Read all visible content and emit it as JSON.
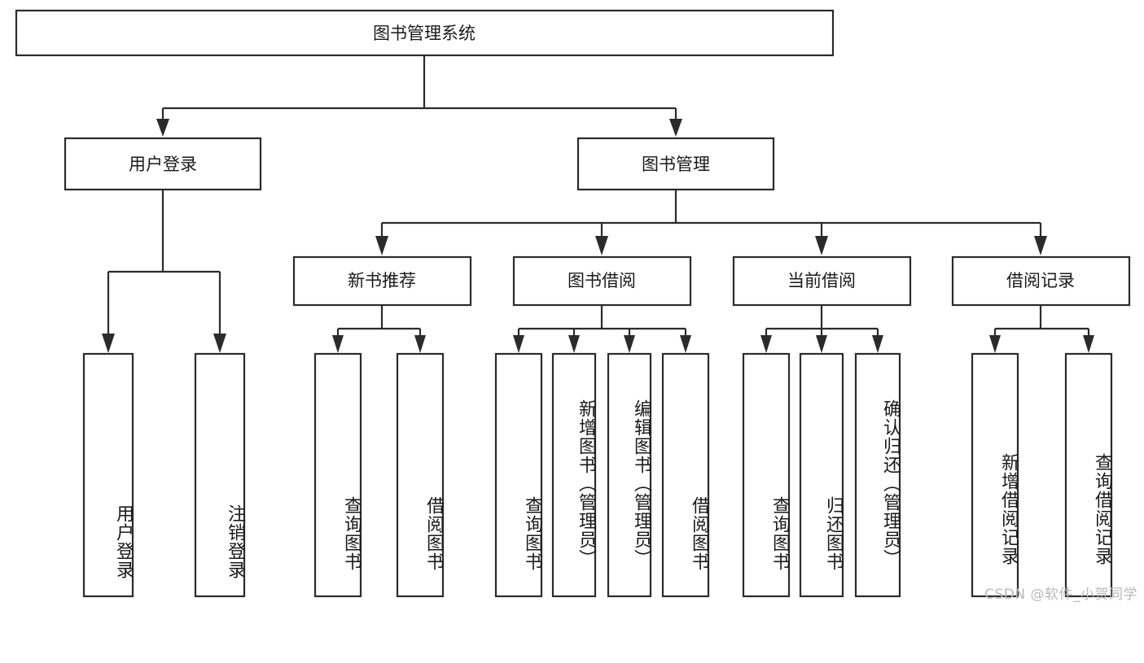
{
  "diagram": {
    "title": "图书管理系统",
    "type": "function-tree",
    "root": {
      "id": "root",
      "label": "图书管理系统",
      "orientation": "horizontal"
    },
    "level2": [
      {
        "id": "user-login",
        "label": "用户登录",
        "orientation": "horizontal"
      },
      {
        "id": "book-manage",
        "label": "图书管理",
        "orientation": "horizontal"
      }
    ],
    "level3": [
      {
        "id": "new-book-recommend",
        "label": "新书推荐",
        "orientation": "horizontal",
        "parent": "book-manage"
      },
      {
        "id": "book-borrow",
        "label": "图书借阅",
        "orientation": "horizontal",
        "parent": "book-manage"
      },
      {
        "id": "current-borrow",
        "label": "当前借阅",
        "orientation": "horizontal",
        "parent": "book-manage"
      },
      {
        "id": "borrow-record",
        "label": "借阅记录",
        "orientation": "horizontal",
        "parent": "book-manage"
      }
    ],
    "leaves": [
      {
        "id": "leaf-user-login",
        "label": "用户登录",
        "parent": "user-login",
        "orientation": "vertical"
      },
      {
        "id": "leaf-user-logout",
        "label": "注销登录",
        "parent": "user-login",
        "orientation": "vertical"
      },
      {
        "id": "leaf-query-book-1",
        "label": "查询图书",
        "parent": "new-book-recommend",
        "orientation": "vertical"
      },
      {
        "id": "leaf-borrow-book-1",
        "label": "借阅图书",
        "parent": "new-book-recommend",
        "orientation": "vertical"
      },
      {
        "id": "leaf-query-book-2",
        "label": "查询图书",
        "parent": "book-borrow",
        "orientation": "vertical"
      },
      {
        "id": "leaf-add-book",
        "label": "新增图书（管理员）",
        "parent": "book-borrow",
        "orientation": "vertical"
      },
      {
        "id": "leaf-edit-book",
        "label": "编辑图书（管理员）",
        "parent": "book-borrow",
        "orientation": "vertical"
      },
      {
        "id": "leaf-borrow-book-2",
        "label": "借阅图书",
        "parent": "book-borrow",
        "orientation": "vertical"
      },
      {
        "id": "leaf-query-book-3",
        "label": "查询图书",
        "parent": "current-borrow",
        "orientation": "vertical"
      },
      {
        "id": "leaf-return-book",
        "label": "归还图书",
        "parent": "current-borrow",
        "orientation": "vertical"
      },
      {
        "id": "leaf-confirm-return",
        "label": "确认归还（管理员）",
        "parent": "current-borrow",
        "orientation": "vertical"
      },
      {
        "id": "leaf-add-record",
        "label": "新增借阅记录",
        "parent": "borrow-record",
        "orientation": "vertical"
      },
      {
        "id": "leaf-query-record",
        "label": "查询借阅记录",
        "parent": "borrow-record",
        "orientation": "vertical"
      }
    ]
  },
  "watermark": {
    "text": "CSDN @软件_小贺同学"
  },
  "colors": {
    "stroke": "#2b2b2b",
    "box_fill": "#ffffff",
    "text": "#1a1a1a",
    "background": "#ffffff",
    "watermark": "#b9b9b9"
  }
}
